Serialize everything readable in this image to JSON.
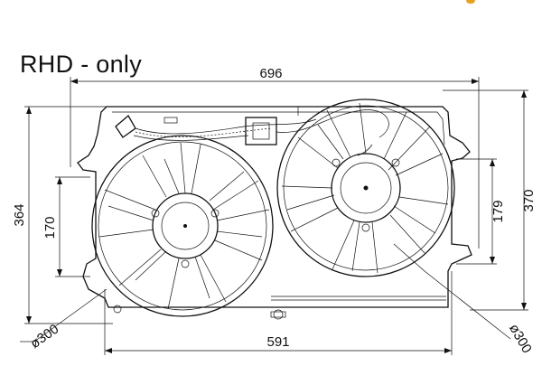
{
  "title": "RHD - only",
  "dimensions": {
    "top_width": "696",
    "bottom_width": "591",
    "left_height": "364",
    "left_inner": "170",
    "right_inner": "179",
    "right_height": "370",
    "left_fan_diameter": "ø300",
    "right_fan_diameter": "ø300"
  },
  "colors": {
    "line": "#111111",
    "accent": "#e8a020"
  }
}
